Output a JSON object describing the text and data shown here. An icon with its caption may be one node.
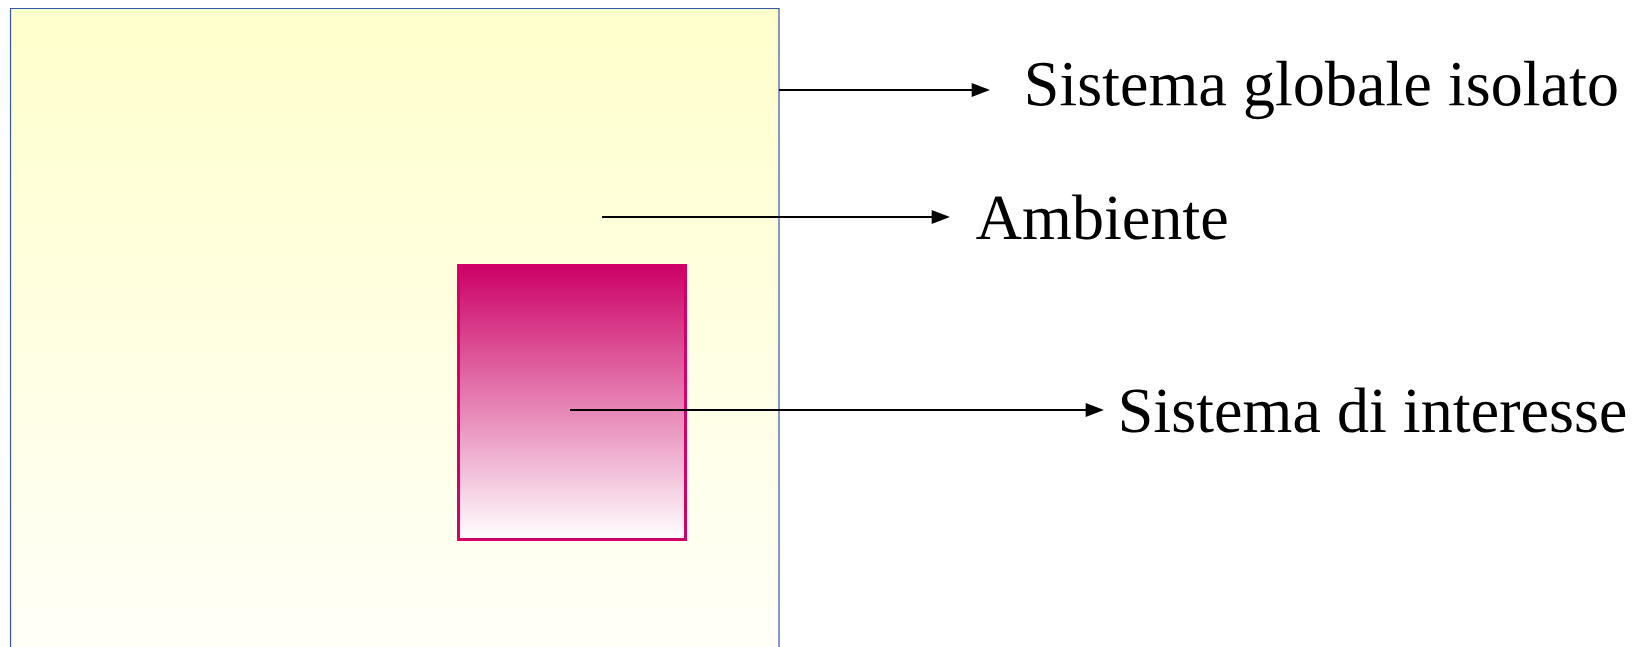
{
  "diagram": {
    "nodes": [
      {
        "text": [],
        "shape": "box"
      },
      {
        "text": [],
        "shape": "box",
        "in": 0
      },
      {
        "text": [
          "Sistema globale isolato"
        ]
      },
      {
        "text": [
          "Ambiente"
        ]
      },
      {
        "text": [
          "Sistema di interesse"
        ]
      }
    ],
    "edges": [
      {
        "from": 0,
        "to": 2,
        "arrow": "to"
      },
      {
        "from": null,
        "to": 3,
        "arrow": "to"
      },
      {
        "from": 1,
        "to": 4,
        "arrow": "to"
      }
    ]
  }
}
